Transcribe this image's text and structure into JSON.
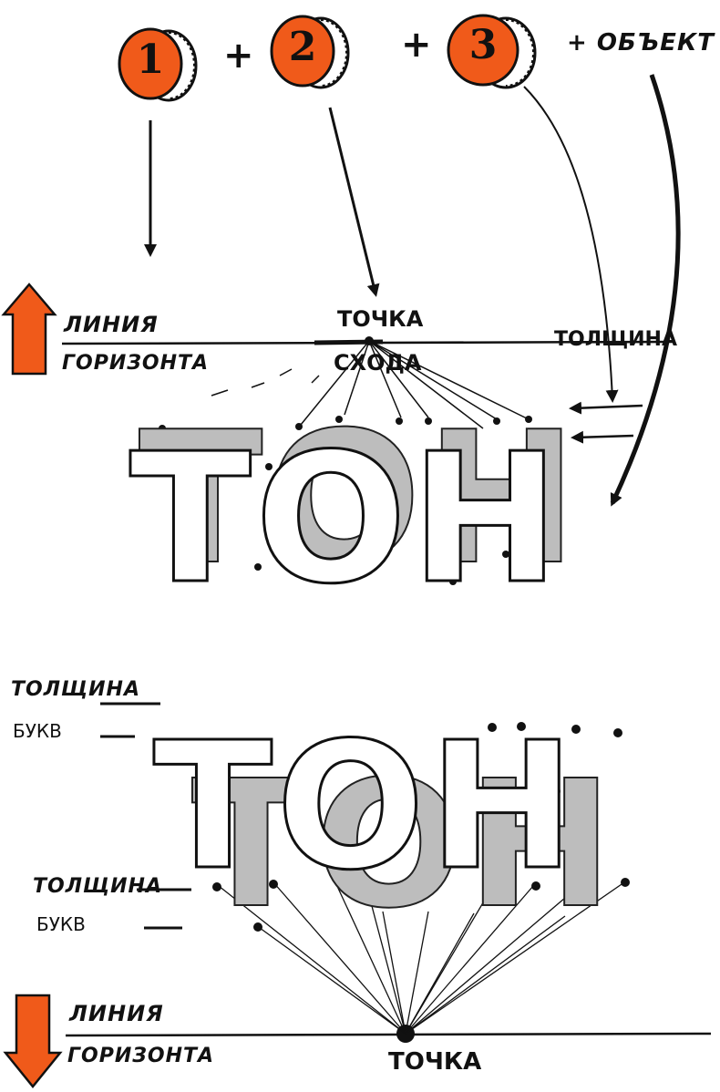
{
  "steps": [
    {
      "number": "1",
      "operator": ""
    },
    {
      "number": "2",
      "operator": "+"
    },
    {
      "number": "3",
      "operator": "+"
    }
  ],
  "object_label": "+ ОБЪЕКТ",
  "top_diagram": {
    "horizon_label_line1": "ЛИНИЯ",
    "horizon_label_line2": "ГОРИЗОНТА",
    "vanishing_label_line1": "ТОЧКА",
    "vanishing_label_line2": "СХОДА",
    "thickness_label": "ТОЛЩИНА",
    "word": "ТОН"
  },
  "bottom_diagram": {
    "thickness_label1_line1": "ТОЛЩИНА",
    "thickness_label1_line2": "БУКВ",
    "thickness_label2_line1": "ТОЛЩИНА",
    "thickness_label2_line2": "БУКВ",
    "word": "ТОН",
    "horizon_label_line1": "ЛИНИЯ",
    "horizon_label_line2": "ГОРИЗОНТА",
    "point_label": "ТОЧКА"
  },
  "colors": {
    "accent": "#f05a1a",
    "ink": "#111111",
    "shade": "#bdbdbd"
  }
}
